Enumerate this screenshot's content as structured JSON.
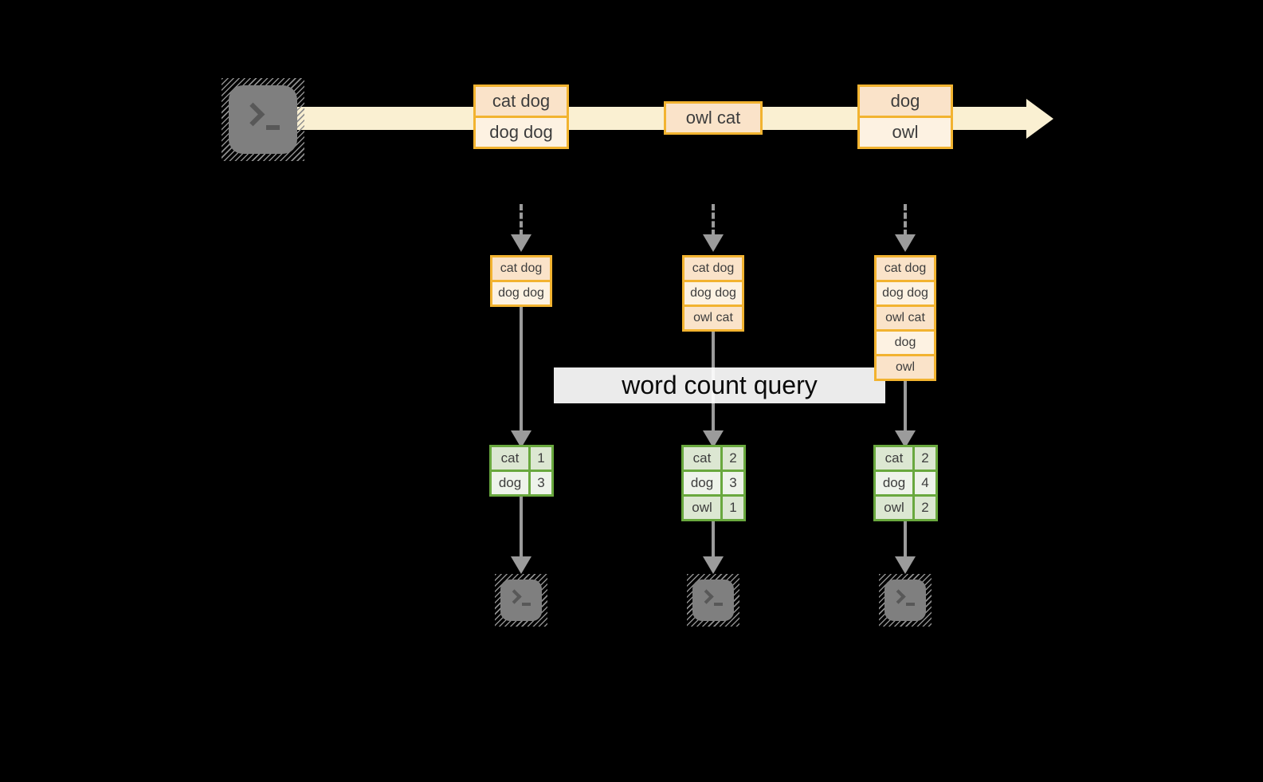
{
  "query_label": "word count query",
  "stream": {
    "source_icon": "terminal-icon",
    "events": [
      {
        "lines": [
          "cat dog",
          "dog dog"
        ]
      },
      {
        "lines": [
          "owl cat"
        ]
      },
      {
        "lines": [
          "dog",
          "owl"
        ]
      }
    ]
  },
  "columns": [
    {
      "log": [
        "cat dog",
        "dog dog"
      ],
      "counts": [
        {
          "word": "cat",
          "count": "1"
        },
        {
          "word": "dog",
          "count": "3"
        }
      ],
      "consumer_icon": "terminal-icon"
    },
    {
      "log": [
        "cat dog",
        "dog dog",
        "owl cat"
      ],
      "counts": [
        {
          "word": "cat",
          "count": "2"
        },
        {
          "word": "dog",
          "count": "3"
        },
        {
          "word": "owl",
          "count": "1"
        }
      ],
      "consumer_icon": "terminal-icon"
    },
    {
      "log": [
        "cat dog",
        "dog dog",
        "owl cat",
        "dog",
        "owl"
      ],
      "counts": [
        {
          "word": "cat",
          "count": "2"
        },
        {
          "word": "dog",
          "count": "4"
        },
        {
          "word": "owl",
          "count": "2"
        }
      ],
      "consumer_icon": "terminal-icon"
    }
  ],
  "colors": {
    "background": "#000000",
    "stream_band": "#FAF0D2",
    "event_border": "#F2B330",
    "event_fill_dark": "#FAE3C9",
    "event_fill_light": "#FDF2E2",
    "table_border": "#69A83E",
    "table_fill_dark": "#DCE7D2",
    "table_fill_light": "#EEF3EA",
    "arrow_gray": "#9B9B9B",
    "terminal_gray": "#7F7F7F",
    "text": "#3D3D3D"
  }
}
